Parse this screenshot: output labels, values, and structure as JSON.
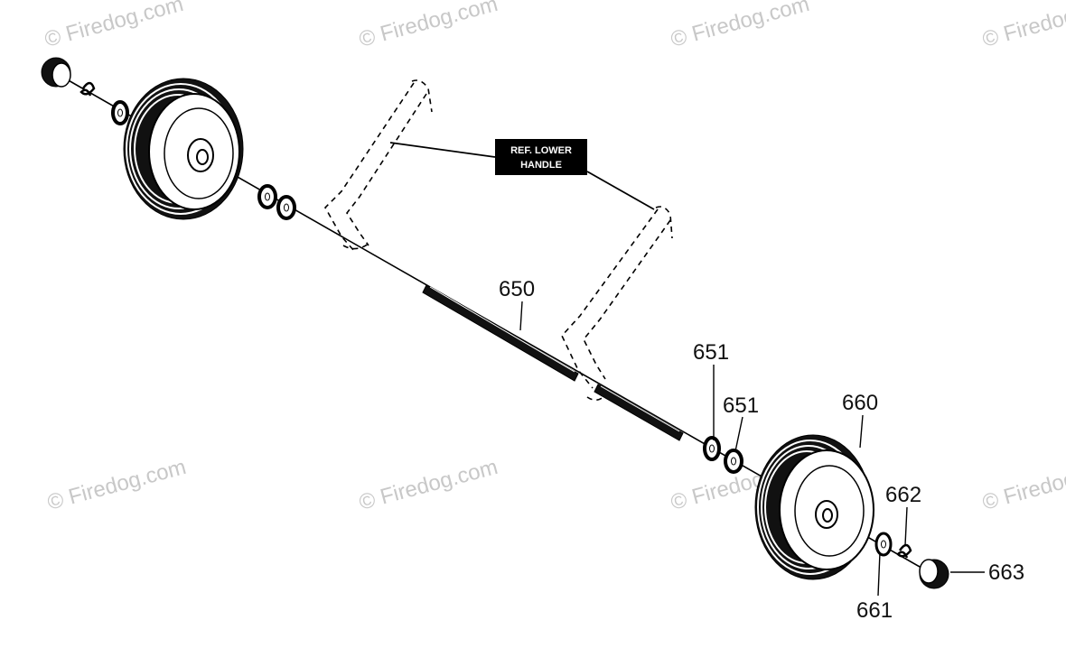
{
  "watermark": {
    "text": "© Firedog.com"
  },
  "callout": {
    "line1": "REF. LOWER",
    "line2": "HANDLE"
  },
  "parts": {
    "p650": "650",
    "p651a": "651",
    "p651b": "651",
    "p660": "660",
    "p661": "661",
    "p662": "662",
    "p663": "663"
  }
}
